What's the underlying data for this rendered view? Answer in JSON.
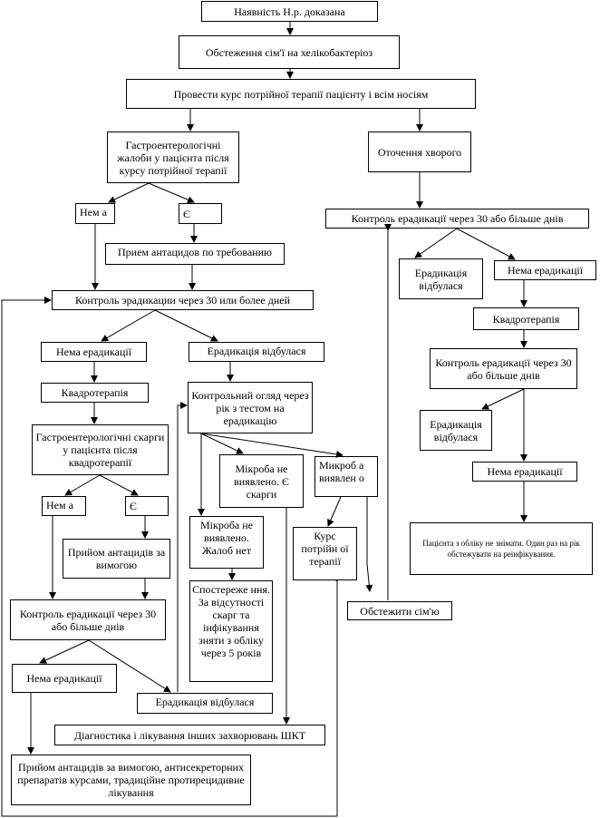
{
  "nodes": {
    "n1": "Наявність Н.р. доказана",
    "n2": "Обстеження сім'ї на хелікобактеріоз",
    "n3": "Провести курс потрійної терапії пацієнту і всім носіям",
    "n4": "Гастроентерологічні жалоби у пацієнта після курсу потрійної терапії",
    "n5": "Оточення хворого",
    "n6": "Нем а",
    "n7": "Є",
    "n8": "Прием антацидов по требованию",
    "n9": "Контроль ерадикації через 30 або більше днів",
    "n10": "Ерадикація відбулася",
    "n11": "Нема ерадикації",
    "n12": "Контроль эрадикации через 30 или более дней",
    "n13": "Квадротерапія",
    "n14": "Нема ерадикації",
    "n15": "Ерадикація відбулася",
    "n16": "Контроль ерадикації через 30 або більше днів",
    "n17": "Квадротерапія",
    "n18": "Контрольний огляд через рік з тестом на ерадикацію",
    "n19": "Ерадикація відбулася",
    "n20": "Гастроентерологічні скарги у пацієнта після квадротерапії",
    "n21": "Нема ерадикації",
    "n22": "Мікроба не виявлено. Є скарги",
    "n23": "Микроб а виявлен о",
    "n24": "Нем а",
    "n25": "Є",
    "n26": "Пацієнта з обліку не знімати. Один раз на рік обстежувати на реінфікування.",
    "n27": "Мікроба не виявлено. Жалоб нет",
    "n28": "Курс потрійн ої терапії",
    "n29": "Прийом антацидів за вимогою",
    "n30": "Спостереже ння. За відсутності скарг та інфікування зняти з обліку через 5 років",
    "n31": "Контроль ерадикації через 30 або більше днів",
    "n32": "Обстежити сім'ю",
    "n33": "Нема ерадикації",
    "n34": "Ерадикація відбулася",
    "n35": "Діагностика і лікування інших захворювань ШКТ",
    "n36": "Прийом антацидів за вимогою, антисекреторних препаратів курсами, традиційне протирецидивне лікування"
  }
}
